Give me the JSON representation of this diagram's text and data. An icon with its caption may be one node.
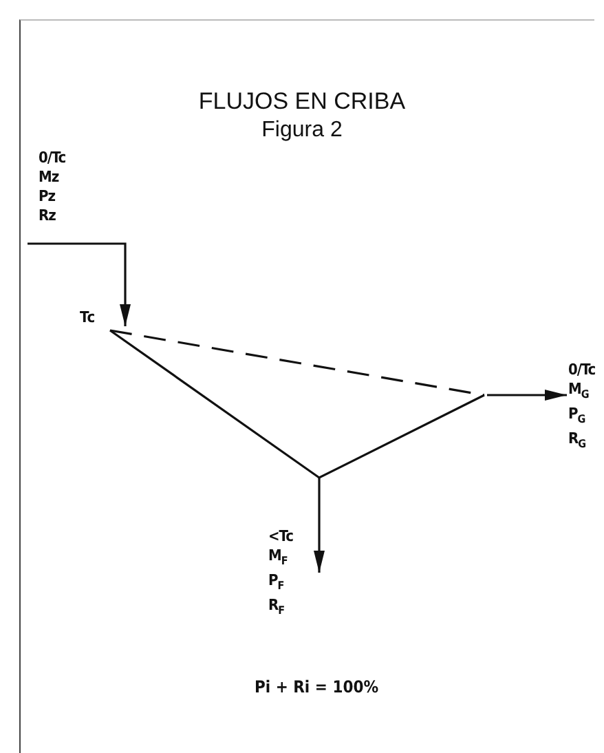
{
  "diagram": {
    "title": "FLUJOS EN CRIBA",
    "nodes": [
      {
        "text": [
          "0/Tc",
          "Mz",
          "Pz",
          "Rz"
        ]
      },
      {
        "text": [],
        "shape": "triangle",
        "beside": [
          "Tc"
        ]
      },
      {
        "text": [
          "0/Tc",
          "M$_{G}$",
          "P$_{G}$",
          "R$_{G}$"
        ]
      },
      {
        "text": [
          "<Tc",
          "M$_{F}$",
          "P$_{F}$",
          "R$_{F}$"
        ]
      }
    ],
    "edges": [
      {
        "from": 0,
        "to": 1,
        "arrow": "to"
      },
      {
        "from": 1,
        "to": 2,
        "arrow": "to"
      },
      {
        "from": 1,
        "to": 3,
        "arrow": "to"
      }
    ],
    "labels": [
      "Figura 2",
      "Pi + Ri = 100%"
    ]
  }
}
